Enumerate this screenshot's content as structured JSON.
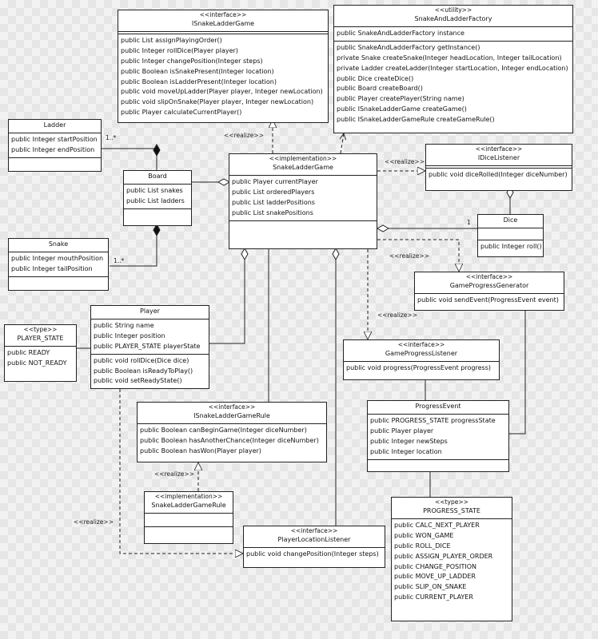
{
  "classes": {
    "isnake": {
      "stereotype": "<<interface>>",
      "name": "ISnakeLadderGame",
      "ops": [
        "public List assignPlayingOrder()",
        "public Integer rollDice(Player player)",
        "public Integer changePosition(Integer steps)",
        "public Boolean isSnakePresent(Integer location)",
        "public Boolean isLadderPresent(Integer location)",
        "public void moveUpLadder(Player player, Integer newLocation)",
        "public void slipOnSnake(Player player, Integer newLocation)",
        "public Player calculateCurrentPlayer()"
      ]
    },
    "factory": {
      "stereotype": "<<utility>>",
      "name": "SnakeAndLadderFactory",
      "attrs": [
        "public SnakeAndLadderFactory instance"
      ],
      "ops": [
        "public SnakeAndLadderFactory getInstance()",
        "private Snake createSnake(Integer headLocation, Integer tailLocation)",
        "private Ladder createLadder(Integer startLocation, Integer endLocation)",
        "public Dice createDice()",
        "public Board createBoard()",
        "public Player createPlayer(String name)",
        "public ISnakeLadderGame createGame()",
        "public ISnakeLadderGameRule createGameRule()"
      ]
    },
    "ladder": {
      "name": "Ladder",
      "attrs": [
        "public Integer startPosition",
        "public Integer endPosition"
      ]
    },
    "board": {
      "name": "Board",
      "attrs": [
        "public List snakes",
        "public List ladders"
      ]
    },
    "game": {
      "stereotype": "<<implementation>>",
      "name": "SnakeLadderGame",
      "attrs": [
        "public Player currentPlayer",
        "public List orderedPlayers",
        "public List ladderPositions",
        "public List snakePositions"
      ]
    },
    "idice": {
      "stereotype": "<<interface>>",
      "name": "IDiceListener",
      "ops": [
        "public void diceRolled(Integer diceNumber)"
      ]
    },
    "dice": {
      "name": "Dice",
      "ops": [
        "public Integer roll()"
      ]
    },
    "snake": {
      "name": "Snake",
      "attrs": [
        "public Integer mouthPosition",
        "public Integer tailPosition"
      ]
    },
    "gpg": {
      "stereotype": "<<interface>>",
      "name": "GameProgressGenerator",
      "ops": [
        "public void sendEvent(ProgressEvent event)"
      ]
    },
    "pstate": {
      "stereotype": "<<type>>",
      "name": "PLAYER_STATE",
      "attrs": [
        "public READY",
        "public NOT_READY"
      ]
    },
    "player": {
      "name": "Player",
      "attrs": [
        "public String name",
        "public Integer position",
        "public PLAYER_STATE playerState"
      ],
      "ops": [
        "public void rollDice(Dice dice)",
        "public Boolean isReadyToPlay()",
        "public void setReadyState()"
      ]
    },
    "gpl": {
      "stereotype": "<<interface>>",
      "name": "GameProgressListener",
      "ops": [
        "public void progress(ProgressEvent progress)"
      ]
    },
    "pevent": {
      "name": "ProgressEvent",
      "attrs": [
        "public PROGRESS_STATE progressState",
        "public Player player",
        "public Integer newSteps",
        "public Integer location"
      ]
    },
    "irule": {
      "stereotype": "<<interface>>",
      "name": "ISnakeLadderGameRule",
      "ops": [
        "public Boolean canBeginGame(Integer diceNumber)",
        "public Boolean hasAnotherChance(Integer diceNumber)",
        "public Boolean hasWon(Player player)"
      ]
    },
    "rule": {
      "stereotype": "<<implementation>>",
      "name": "SnakeLadderGameRule"
    },
    "ploc": {
      "stereotype": "<<interface>>",
      "name": "PlayerLocationListener",
      "ops": [
        "public void changePosition(Integer steps)"
      ]
    },
    "prstate": {
      "stereotype": "<<type>>",
      "name": "PROGRESS_STATE",
      "attrs": [
        "public CALC_NEXT_PLAYER",
        "public WON_GAME",
        "public ROLL_DICE",
        "public ASSIGN_PLAYER_ORDER",
        "public CHANGE_POSITION",
        "public MOVE_UP_LADDER",
        "public SLIP_ON_SNAKE",
        "public CURRENT_PLAYER"
      ]
    }
  },
  "labels": {
    "realize1": "<<realize>>",
    "realize2": "<<realize>>",
    "realize3": "<<realize>>",
    "realize4": "<<realize>>",
    "realize5": "<<realize>>",
    "realize6": "<<realize>>",
    "mult_ladder": "1..*",
    "mult_snake": "1..*",
    "mult_dice": "1"
  }
}
